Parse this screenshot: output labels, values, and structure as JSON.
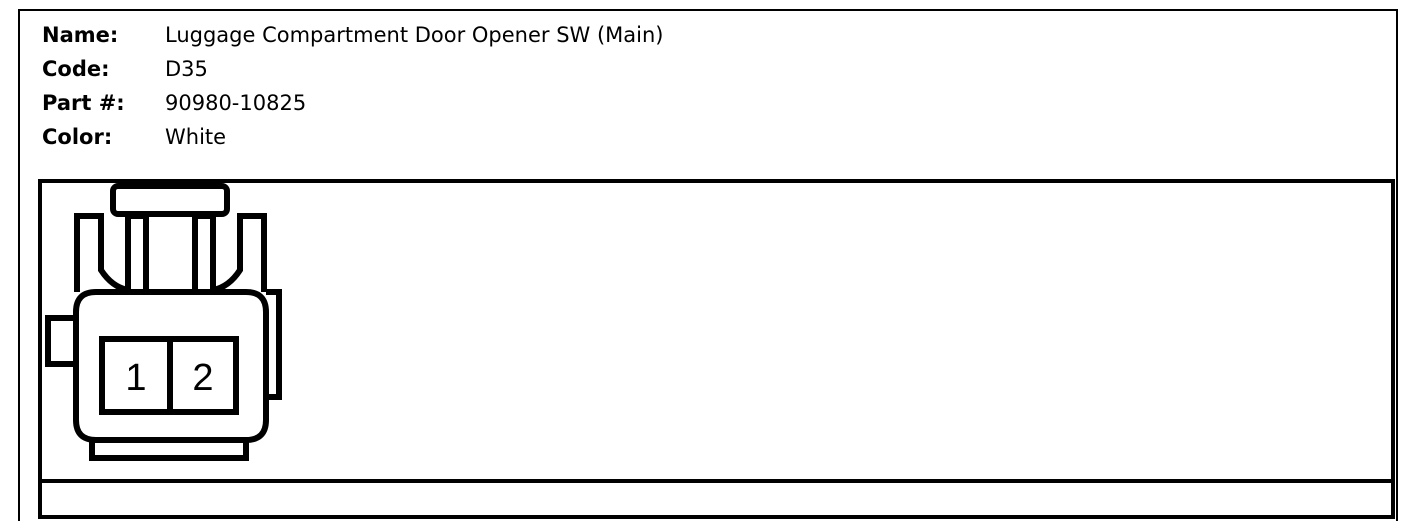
{
  "connector_info": {
    "name_label": "Name:",
    "name_value": "Luggage Compartment Door Opener SW (Main)",
    "code_label": "Code:",
    "code_value": "D35",
    "part_label": "Part #:",
    "part_value": "90980-10825",
    "color_label": "Color:",
    "color_value": "White"
  },
  "diagram": {
    "pins": [
      "1",
      "2"
    ]
  }
}
